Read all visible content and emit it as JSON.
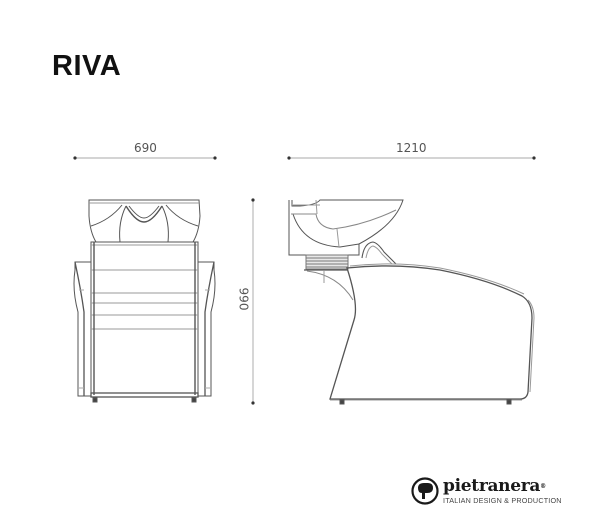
{
  "title": "RIVA",
  "dimensions": {
    "front_width": "690",
    "side_length": "1210",
    "height": "990",
    "unit_note": ""
  },
  "views": {
    "front": "front-view",
    "side": "side-view"
  },
  "logo": {
    "brand": "pietranera",
    "registered": "®",
    "tagline": "ITALIAN DESIGN & PRODUCTION",
    "icon": "pietranera-logo-mark-icon"
  },
  "colors": {
    "line": "#555555",
    "dimension_line": "#bbbbbb",
    "text": "#111111"
  }
}
